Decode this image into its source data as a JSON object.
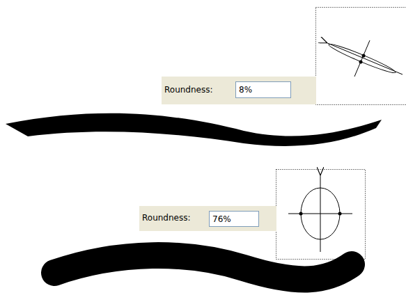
{
  "diagram": {
    "nodes": [
      {
        "text": [
          "Roundness:"
        ]
      },
      {
        "text": [
          "8%"
        ],
        "in": 0
      },
      {
        "text": [
          "Roundness:"
        ]
      },
      {
        "text": [
          "76%"
        ],
        "in": 2
      }
    ]
  }
}
